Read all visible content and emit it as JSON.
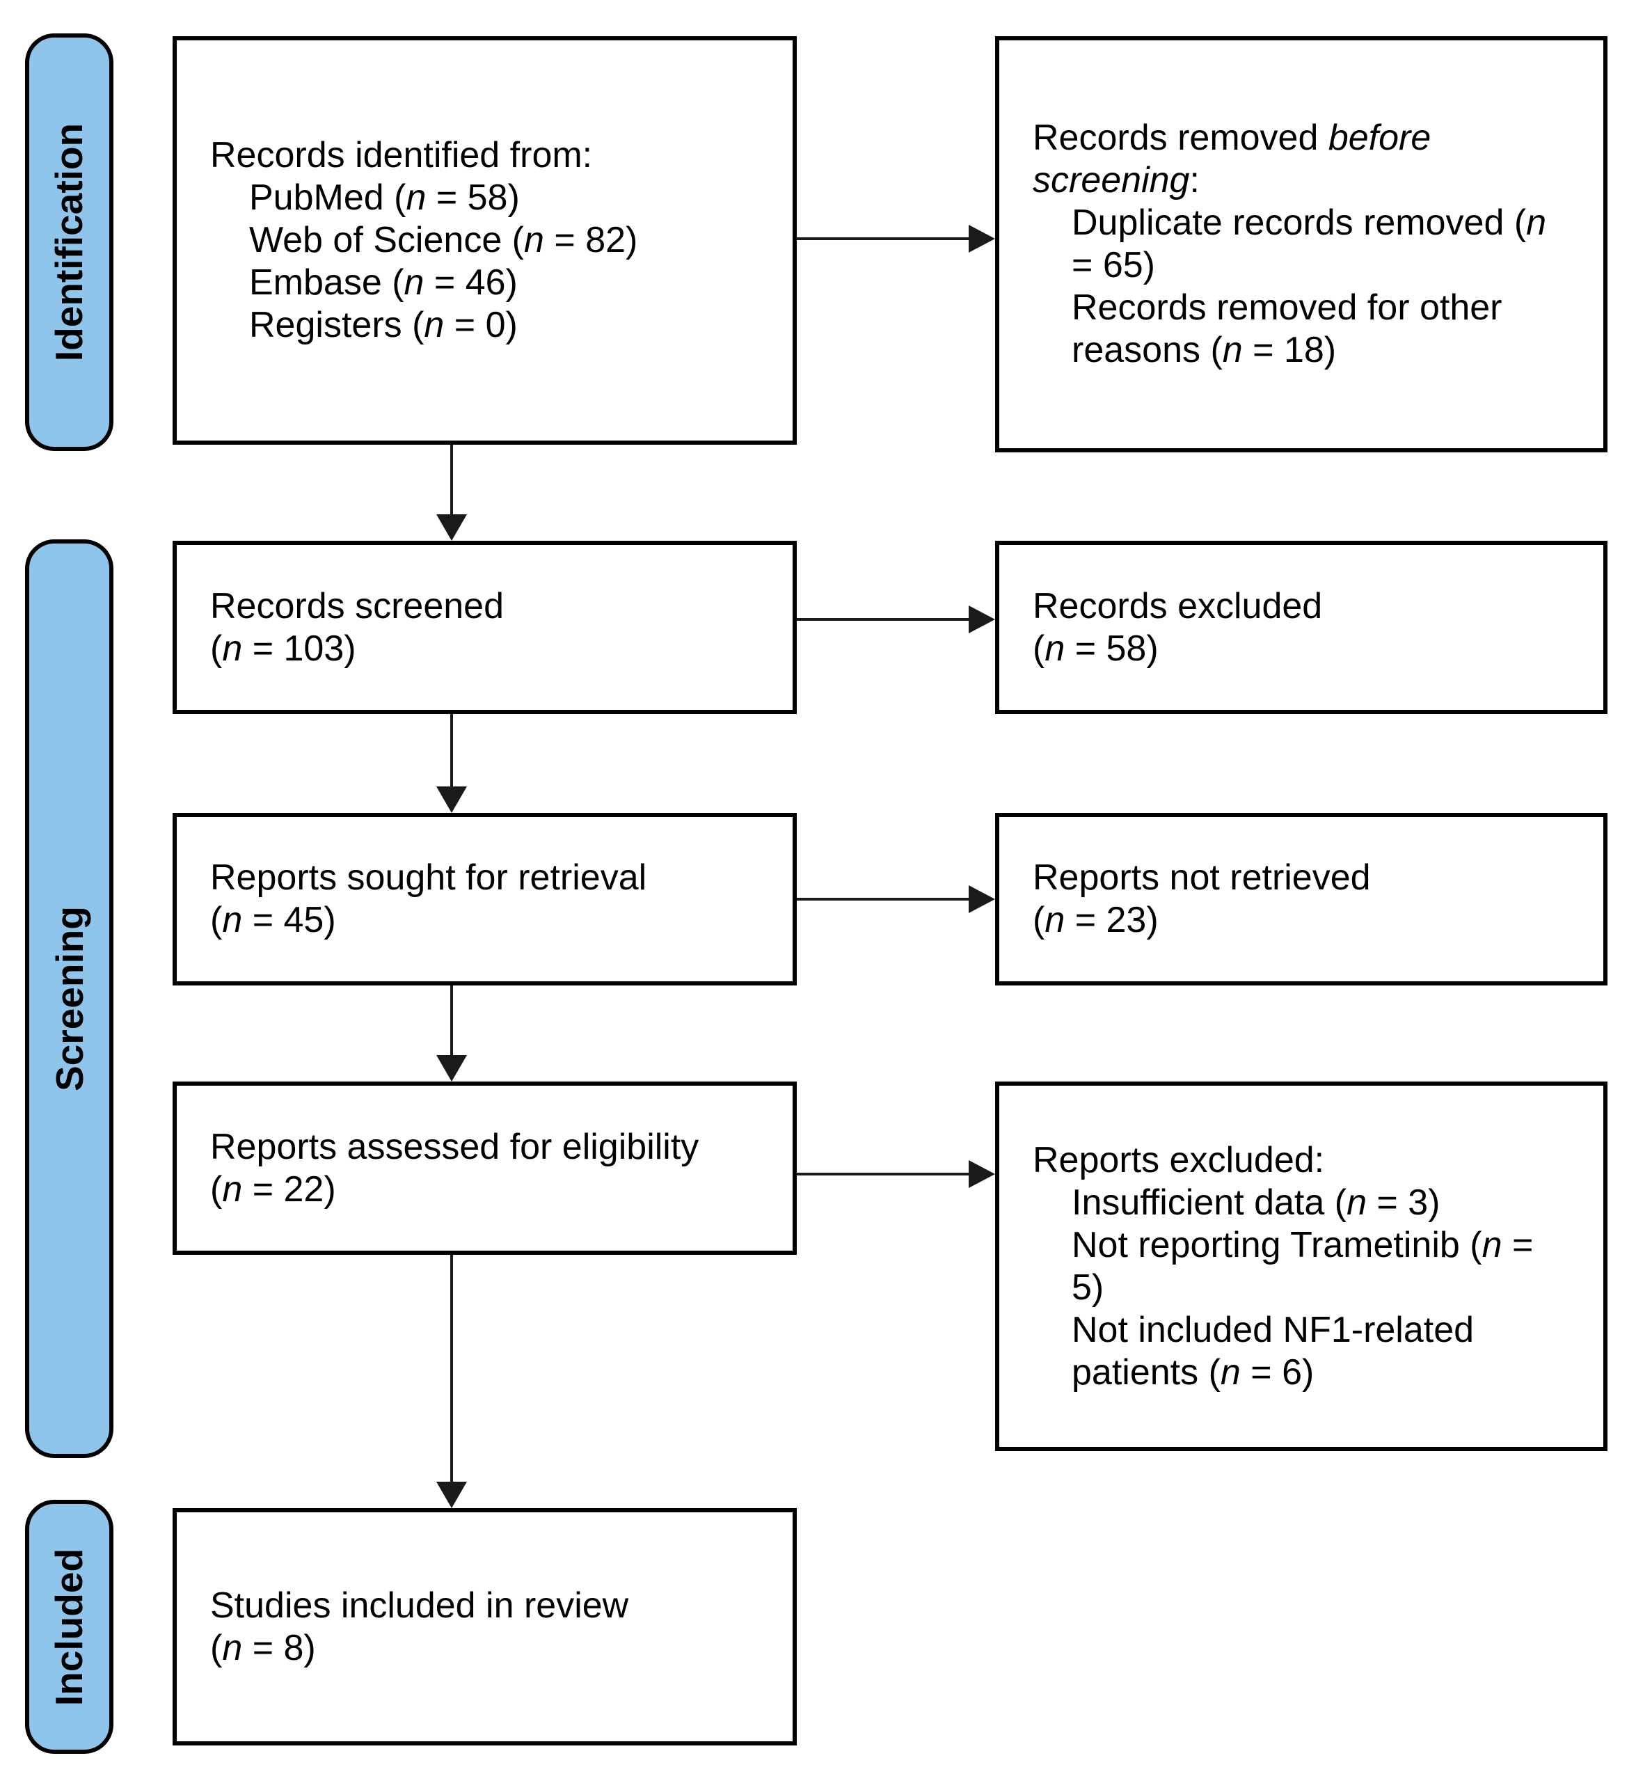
{
  "colors": {
    "stage_fill": "#8FC5EA",
    "border": "#000000",
    "arrow": "#1A1A1A",
    "text": "#000000",
    "background": "#FFFFFF"
  },
  "diagram": {
    "type": "prisma-flow",
    "stages": [
      {
        "id": "identification",
        "label": "Identification"
      },
      {
        "id": "screening",
        "label": "Screening"
      },
      {
        "id": "included",
        "label": "Included"
      }
    ],
    "boxes": {
      "records_identified": {
        "lines": [
          {
            "indent": false,
            "runs": [
              {
                "t": "Records identified from:"
              }
            ]
          },
          {
            "indent": true,
            "runs": [
              {
                "t": "PubMed ("
              },
              {
                "t": "n",
                "i": true
              },
              {
                "t": " = 58)"
              }
            ]
          },
          {
            "indent": true,
            "runs": [
              {
                "t": "Web of Science ("
              },
              {
                "t": "n",
                "i": true
              },
              {
                "t": " = 82)"
              }
            ]
          },
          {
            "indent": true,
            "runs": [
              {
                "t": "Embase ("
              },
              {
                "t": "n",
                "i": true
              },
              {
                "t": " = 46)"
              }
            ]
          },
          {
            "indent": true,
            "runs": [
              {
                "t": "Registers ("
              },
              {
                "t": "n",
                "i": true
              },
              {
                "t": " = 0)"
              }
            ]
          }
        ]
      },
      "records_removed": {
        "lines": [
          {
            "indent": false,
            "runs": [
              {
                "t": "Records removed "
              },
              {
                "t": "before",
                "i": true
              }
            ]
          },
          {
            "indent": false,
            "runs": [
              {
                "t": "screening",
                "i": true
              },
              {
                "t": ":"
              }
            ]
          },
          {
            "indent": true,
            "runs": [
              {
                "t": "Duplicate records removed ("
              },
              {
                "t": "n",
                "i": true
              }
            ]
          },
          {
            "indent": true,
            "runs": [
              {
                "t": "= 65)"
              }
            ]
          },
          {
            "indent": true,
            "runs": [
              {
                "t": "Records removed for other"
              }
            ]
          },
          {
            "indent": true,
            "runs": [
              {
                "t": "reasons ("
              },
              {
                "t": "n",
                "i": true
              },
              {
                "t": " = 18)"
              }
            ]
          }
        ]
      },
      "records_screened": {
        "lines": [
          {
            "indent": false,
            "runs": [
              {
                "t": "Records screened"
              }
            ]
          },
          {
            "indent": false,
            "runs": [
              {
                "t": "("
              },
              {
                "t": "n",
                "i": true
              },
              {
                "t": " = 103)"
              }
            ]
          }
        ]
      },
      "records_excluded": {
        "lines": [
          {
            "indent": false,
            "runs": [
              {
                "t": "Records excluded"
              }
            ]
          },
          {
            "indent": false,
            "runs": [
              {
                "t": "("
              },
              {
                "t": "n",
                "i": true
              },
              {
                "t": " = 58)"
              }
            ]
          }
        ]
      },
      "reports_sought": {
        "lines": [
          {
            "indent": false,
            "runs": [
              {
                "t": "Reports sought for retrieval"
              }
            ]
          },
          {
            "indent": false,
            "runs": [
              {
                "t": "("
              },
              {
                "t": "n",
                "i": true
              },
              {
                "t": " = 45)"
              }
            ]
          }
        ]
      },
      "reports_not_retrieved": {
        "lines": [
          {
            "indent": false,
            "runs": [
              {
                "t": "Reports not retrieved"
              }
            ]
          },
          {
            "indent": false,
            "runs": [
              {
                "t": "("
              },
              {
                "t": "n",
                "i": true
              },
              {
                "t": " = 23)"
              }
            ]
          }
        ]
      },
      "reports_assessed": {
        "lines": [
          {
            "indent": false,
            "runs": [
              {
                "t": "Reports assessed for eligibility"
              }
            ]
          },
          {
            "indent": false,
            "runs": [
              {
                "t": "("
              },
              {
                "t": "n",
                "i": true
              },
              {
                "t": " = 22)"
              }
            ]
          }
        ]
      },
      "reports_excluded": {
        "lines": [
          {
            "indent": false,
            "runs": [
              {
                "t": "Reports excluded:"
              }
            ]
          },
          {
            "indent": true,
            "runs": [
              {
                "t": "Insufficient data ("
              },
              {
                "t": "n",
                "i": true
              },
              {
                "t": " = 3)"
              }
            ]
          },
          {
            "indent": true,
            "runs": [
              {
                "t": "Not reporting Trametinib ("
              },
              {
                "t": "n",
                "i": true
              },
              {
                "t": " ="
              }
            ]
          },
          {
            "indent": true,
            "runs": [
              {
                "t": "5)"
              }
            ]
          },
          {
            "indent": true,
            "runs": [
              {
                "t": "Not included NF1-related"
              }
            ]
          },
          {
            "indent": true,
            "runs": [
              {
                "t": "patients ("
              },
              {
                "t": "n",
                "i": true
              },
              {
                "t": " = 6)"
              }
            ]
          }
        ]
      },
      "studies_included": {
        "lines": [
          {
            "indent": false,
            "runs": [
              {
                "t": "Studies included in review"
              }
            ]
          },
          {
            "indent": false,
            "runs": [
              {
                "t": "("
              },
              {
                "t": "n",
                "i": true
              },
              {
                "t": " = 8)"
              }
            ]
          }
        ]
      }
    }
  }
}
